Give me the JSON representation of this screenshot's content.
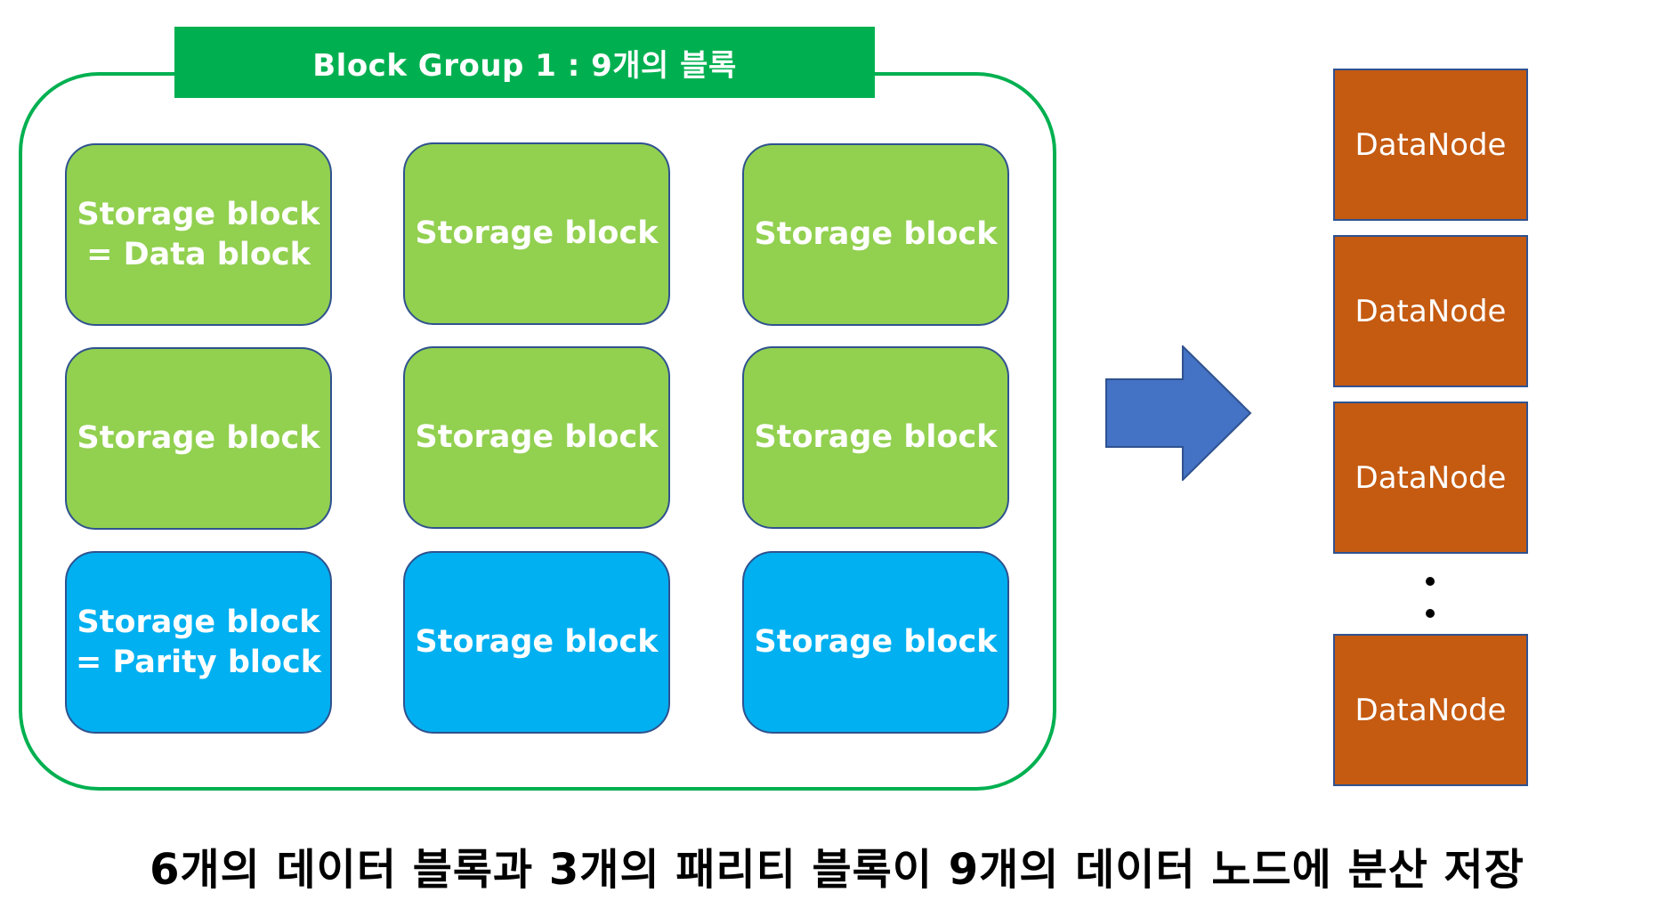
{
  "group": {
    "title": "Block Group 1 : 9개의 블록"
  },
  "blocks": [
    {
      "lines": [
        "Storage block",
        "= Data block"
      ],
      "kind": "data"
    },
    {
      "lines": [
        "Storage block"
      ],
      "kind": "data"
    },
    {
      "lines": [
        "Storage block"
      ],
      "kind": "data"
    },
    {
      "lines": [
        "Storage block"
      ],
      "kind": "data"
    },
    {
      "lines": [
        "Storage block"
      ],
      "kind": "data"
    },
    {
      "lines": [
        "Storage block"
      ],
      "kind": "data"
    },
    {
      "lines": [
        "Storage block",
        "= Parity block"
      ],
      "kind": "parity"
    },
    {
      "lines": [
        "Storage block"
      ],
      "kind": "parity"
    },
    {
      "lines": [
        "Storage block"
      ],
      "kind": "parity"
    }
  ],
  "datanodes": [
    "DataNode",
    "DataNode",
    "DataNode",
    "DataNode"
  ],
  "caption": "6개의 데이터 블록과 3개의 패리티 블록이 9개의 데이터 노드에 분산 저장",
  "colors": {
    "group_border": "#00b050",
    "data_block": "#92d050",
    "parity_block": "#00b0f0",
    "block_border": "#2f528f",
    "arrow": "#4472c4",
    "datanode": "#c55a11"
  },
  "icons": {
    "arrow": "right-arrow-icon"
  }
}
